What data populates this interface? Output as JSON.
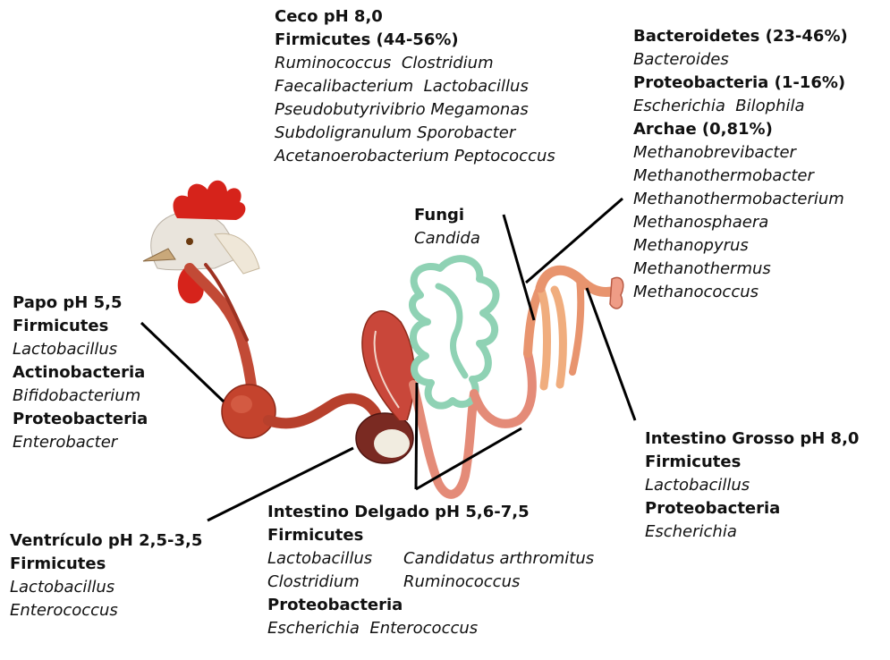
{
  "ceco": {
    "title": "Ceco pH 8,0",
    "phylum": "Firmicutes (44-56%)",
    "genera": [
      [
        "Ruminococcus",
        "Clostridium"
      ],
      [
        "Faecalibacterium",
        "Lactobacillus"
      ],
      [
        "Pseudobutyrivibrio",
        "Megamonas"
      ],
      [
        "Subdoligranulum",
        "Sporobacter"
      ],
      [
        "Acetanoerobacterium",
        "Peptococcus"
      ]
    ]
  },
  "fungi": {
    "title": "Fungi",
    "genus": "Candida"
  },
  "right_top": {
    "bacteroidetes": "Bacteroidetes (23-46%)",
    "bacteroides": "Bacteroides",
    "proteobacteria": "Proteobacteria (1-16%)",
    "proteo_genera": "Escherichia  Bilophila",
    "archae": "Archae (0,81%)",
    "archae_genera": [
      "Methanobrevibacter",
      "Methanothermobacter",
      "Methanothermobacterium",
      "Methanosphaera",
      "Methanopyrus",
      "Methanothermus",
      "Methanococcus"
    ]
  },
  "papo": {
    "title": "Papo pH 5,5",
    "firmicutes": "Firmicutes",
    "lactobacillus": "Lactobacillus",
    "actinobacteria": "Actinobacteria",
    "bifidobacterium": "Bifidobacterium",
    "proteobacteria": "Proteobacteria",
    "enterobacter": "Enterobacter"
  },
  "intestino_grosso": {
    "title": "Intestino Grosso pH 8,0",
    "firmicutes": "Firmicutes",
    "lactobacillus": "Lactobacillus",
    "proteobacteria": "Proteobacteria",
    "escherichia": "Escherichia"
  },
  "intestino_delgado": {
    "title": "Intestino Delgado pH 5,6-7,5",
    "firmicutes": "Firmicutes",
    "row1": [
      "Lactobacillus",
      "Candidatus arthromitus"
    ],
    "row2": [
      "Clostridium",
      "Ruminococcus"
    ],
    "proteobacteria": "Proteobacteria",
    "row3": [
      "Escherichia",
      "Enterococcus"
    ]
  },
  "ventriculo": {
    "title": "Ventrículo pH 2,5-3,5",
    "firmicutes": "Firmicutes",
    "lactobacillus": "Lactobacillus",
    "enterococcus": "Enterococcus"
  }
}
